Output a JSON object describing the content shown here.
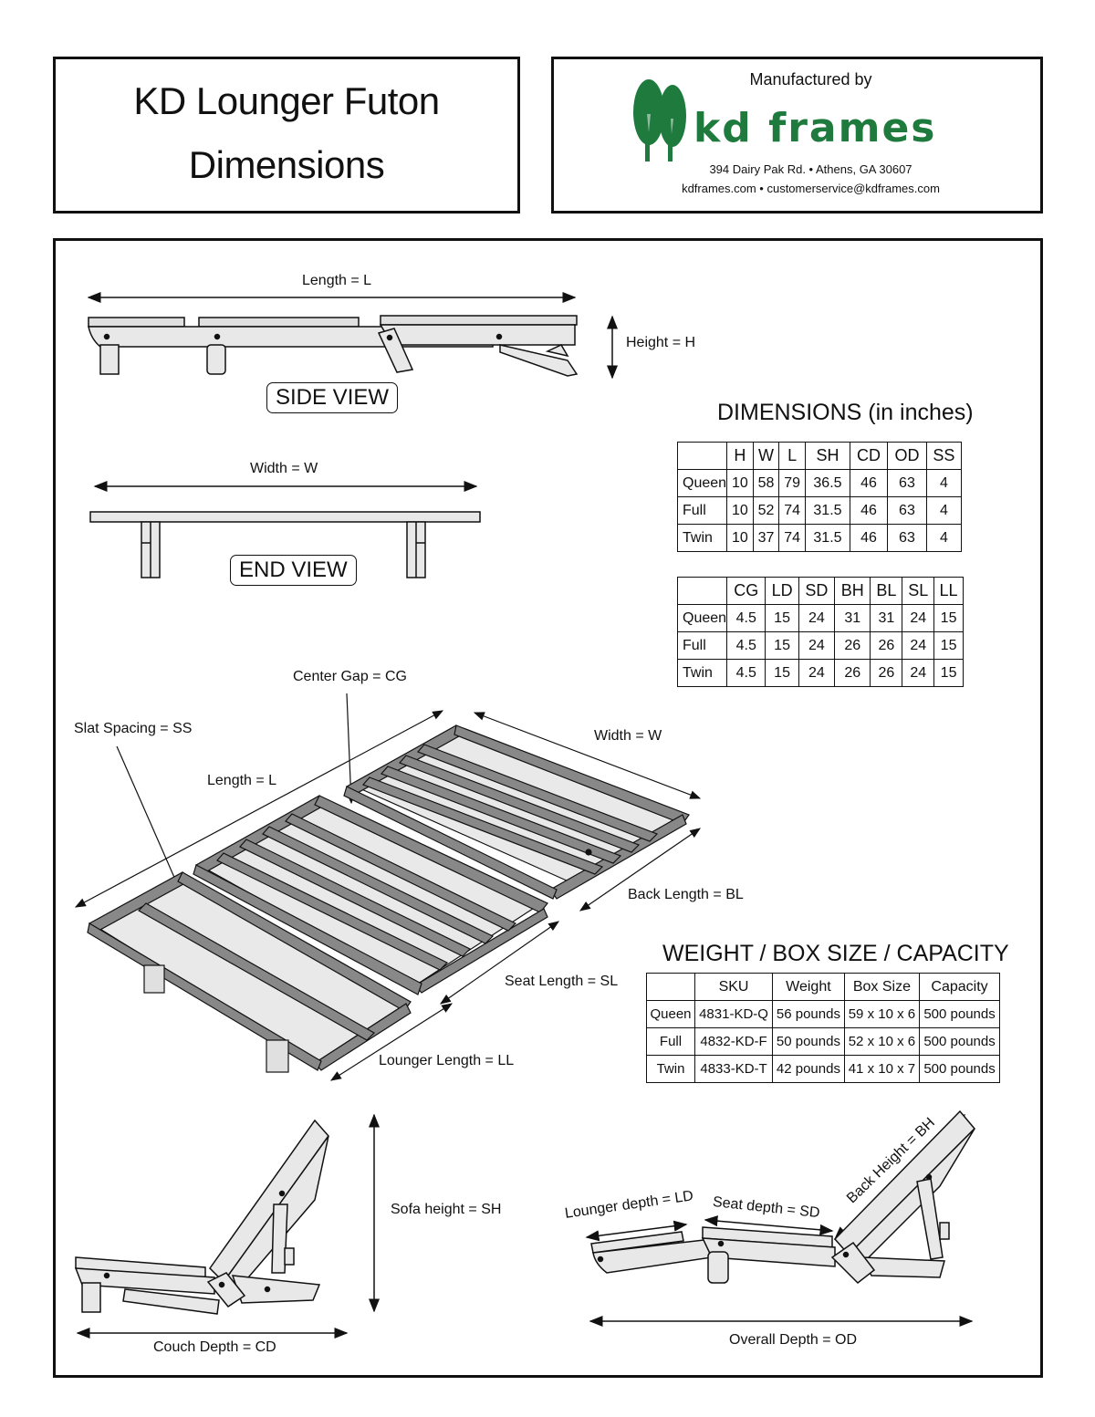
{
  "header": {
    "title_line1": "KD Lounger Futon",
    "title_line2": "Dimensions",
    "manufactured_by": "Manufactured by",
    "brand": "kd frames",
    "address": "394 Dairy Pak Rd. • Athens, GA  30607",
    "contact": "kdframes.com • customerservice@kdframes.com",
    "brand_color": "#1f7a3d"
  },
  "labels": {
    "length": "Length = L",
    "height": "Height = H",
    "side_view": "SIDE VIEW",
    "width": "Width = W",
    "end_view": "END VIEW",
    "center_gap": "Center Gap = CG",
    "slat_spacing": "Slat Spacing = SS",
    "iso_length": "Length = L",
    "iso_width": "Width = W",
    "back_length": "Back Length = BL",
    "seat_length": "Seat Length = SL",
    "lounger_length": "Lounger Length = LL",
    "sofa_height": "Sofa height = SH",
    "couch_depth": "Couch Depth = CD",
    "lounger_depth": "Lounger depth = LD",
    "seat_depth": "Seat depth = SD",
    "back_height": "Back Height = BH",
    "overall_depth": "Overall Depth  = OD"
  },
  "dimensions": {
    "heading": "DIMENSIONS (in inches)",
    "table1": {
      "headers": [
        "H",
        "W",
        "L",
        "SH",
        "CD",
        "OD",
        "SS"
      ],
      "rows": [
        {
          "label": "Queen",
          "values": [
            "10",
            "58",
            "79",
            "36.5",
            "46",
            "63",
            "4"
          ]
        },
        {
          "label": "Full",
          "values": [
            "10",
            "52",
            "74",
            "31.5",
            "46",
            "63",
            "4"
          ]
        },
        {
          "label": "Twin",
          "values": [
            "10",
            "37",
            "74",
            "31.5",
            "46",
            "63",
            "4"
          ]
        }
      ]
    },
    "table2": {
      "headers": [
        "CG",
        "LD",
        "SD",
        "BH",
        "BL",
        "SL",
        "LL"
      ],
      "rows": [
        {
          "label": "Queen",
          "values": [
            "4.5",
            "15",
            "24",
            "31",
            "31",
            "24",
            "15"
          ]
        },
        {
          "label": "Full",
          "values": [
            "4.5",
            "15",
            "24",
            "26",
            "26",
            "24",
            "15"
          ]
        },
        {
          "label": "Twin",
          "values": [
            "4.5",
            "15",
            "24",
            "26",
            "26",
            "24",
            "15"
          ]
        }
      ]
    }
  },
  "weight": {
    "heading": "WEIGHT / BOX SIZE / CAPACITY",
    "headers": [
      "SKU",
      "Weight",
      "Box Size",
      "Capacity"
    ],
    "rows": [
      {
        "label": "Queen",
        "values": [
          "4831-KD-Q",
          "56 pounds",
          "59 x 10 x 6",
          "500 pounds"
        ]
      },
      {
        "label": "Full",
        "values": [
          "4832-KD-F",
          "50 pounds",
          "52 x 10 x 6",
          "500 pounds"
        ]
      },
      {
        "label": "Twin",
        "values": [
          "4833-KD-T",
          "42 pounds",
          "41 x 10 x 7",
          "500 pounds"
        ]
      }
    ]
  }
}
